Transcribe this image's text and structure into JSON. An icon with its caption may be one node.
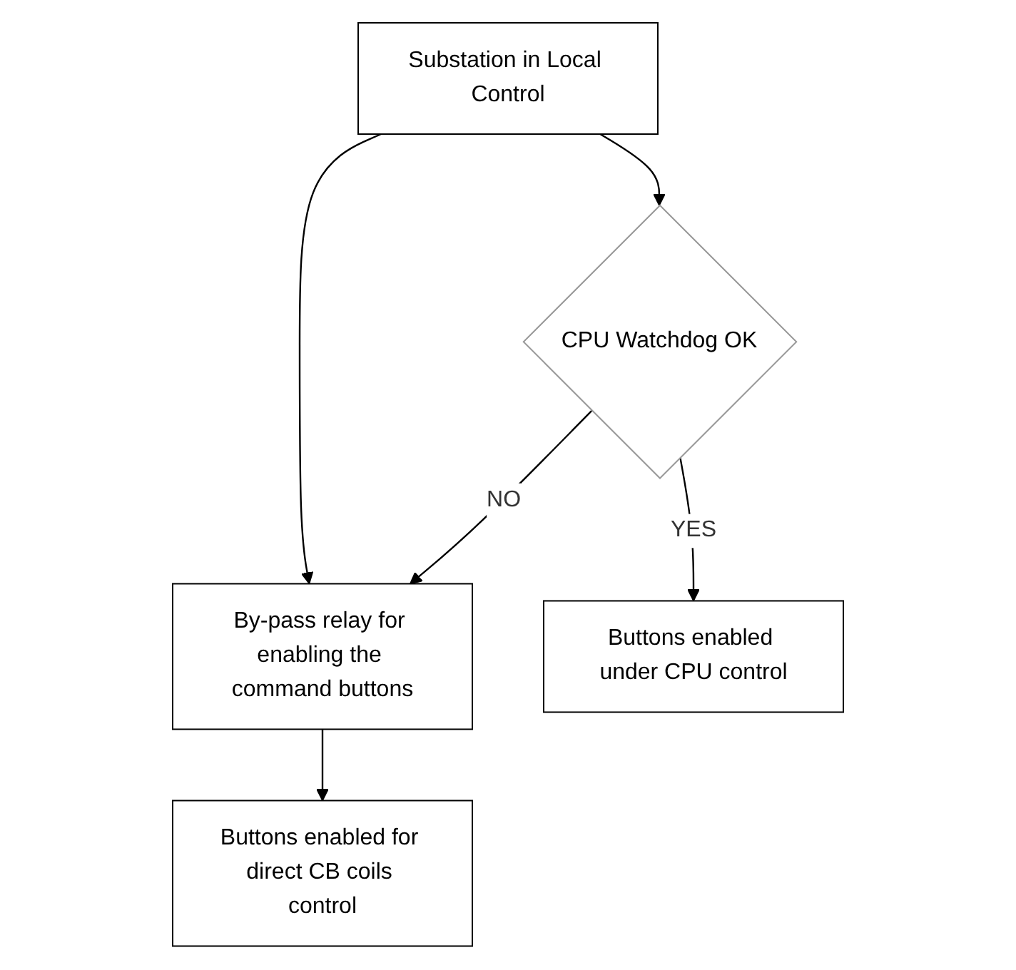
{
  "diagram": {
    "nodes": [
      {
        "text": [
          "CPU Watchdog OK"
        ]
      },
      {
        "text": [
          "Substation in Local Control"
        ]
      },
      {
        "text": [
          "By-pass relay for enabling the command buttons"
        ]
      },
      {
        "text": [
          "Buttons enabled for direct CB coils control"
        ]
      },
      {
        "text": [
          "Buttons enabled under CPU control"
        ]
      }
    ],
    "edges": [
      {
        "from": 1,
        "to": 0,
        "arrow": "to"
      },
      {
        "from": 0,
        "to": 2,
        "label": "NO",
        "arrow": "to"
      },
      {
        "from": 0,
        "to": 4,
        "label": "YES",
        "arrow": "to"
      },
      {
        "from": 1,
        "to": 2,
        "arrow": "to"
      },
      {
        "from": 2,
        "to": 3,
        "arrow": "to"
      }
    ]
  }
}
